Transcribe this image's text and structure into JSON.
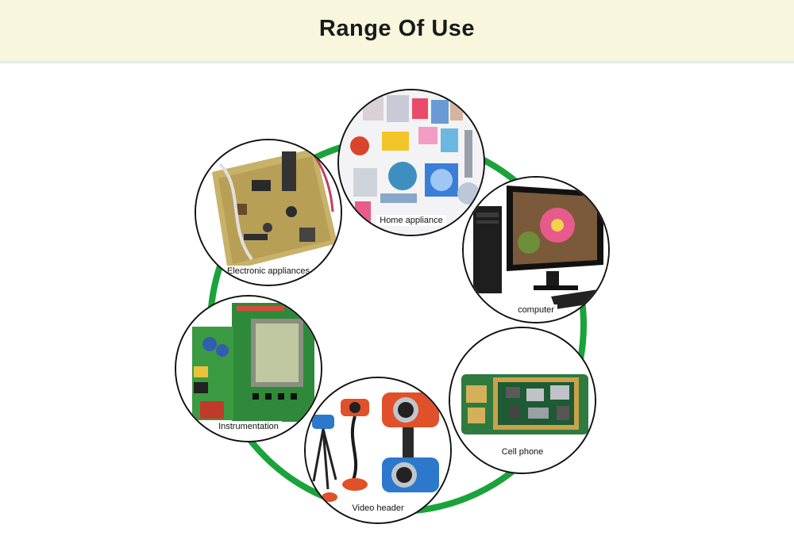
{
  "header": {
    "title": "Range Of Use"
  },
  "ring_color": "#1aa33a",
  "items": [
    {
      "label": "Home appliance",
      "icon": "home-appliance-image"
    },
    {
      "label": "Electronic appliances",
      "icon": "circuit-board-image"
    },
    {
      "label": "computer",
      "icon": "computer-monitor-image"
    },
    {
      "label": "Instrumentation",
      "icon": "instrument-panel-image"
    },
    {
      "label": "Cell phone",
      "icon": "phone-pcb-image"
    },
    {
      "label": "Video header",
      "icon": "webcam-image"
    }
  ]
}
